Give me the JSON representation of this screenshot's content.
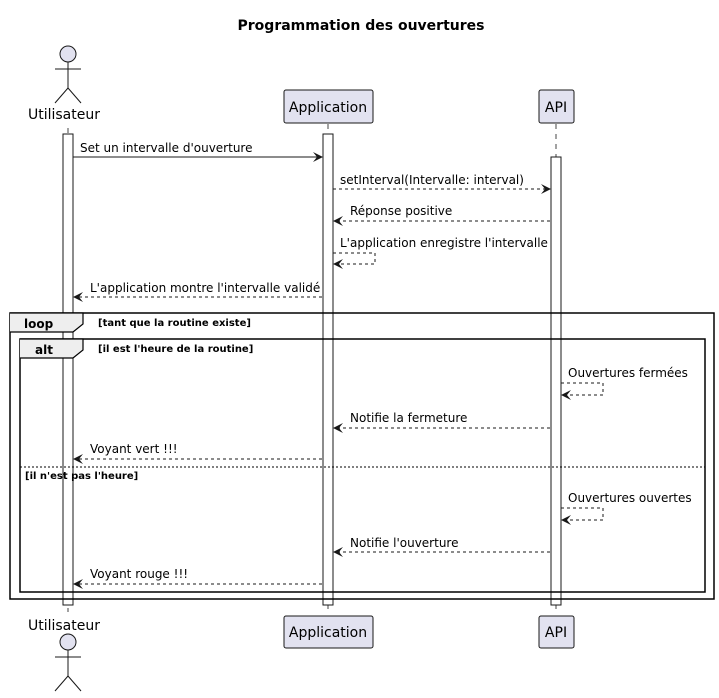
{
  "diagram": {
    "title": "Programmation des ouvertures",
    "participants": {
      "user": "Utilisateur",
      "app": "Application",
      "api": "API"
    },
    "messages": [
      "Set un intervalle d'ouverture",
      "setInterval(Intervalle: interval)",
      "Réponse positive",
      "L'application enregistre l'intervalle",
      "L'application montre l'intervalle validé",
      "Ouvertures fermées",
      "Notifie la fermeture",
      "Voyant vert !!!",
      "Ouvertures ouvertes",
      "Notifie l'ouverture",
      "Voyant rouge !!!"
    ],
    "fragments": {
      "loop": {
        "label": "loop",
        "guard": "[tant que la routine existe]"
      },
      "alt": {
        "label": "alt",
        "guard": "[il est l'heure de la routine]",
        "else_guard": "[il n'est pas l'heure]"
      }
    },
    "colors": {
      "participant_fill": "#e2e2f0",
      "participant_border": "#181818",
      "lifeline": "#181818",
      "arrow": "#181818"
    }
  }
}
